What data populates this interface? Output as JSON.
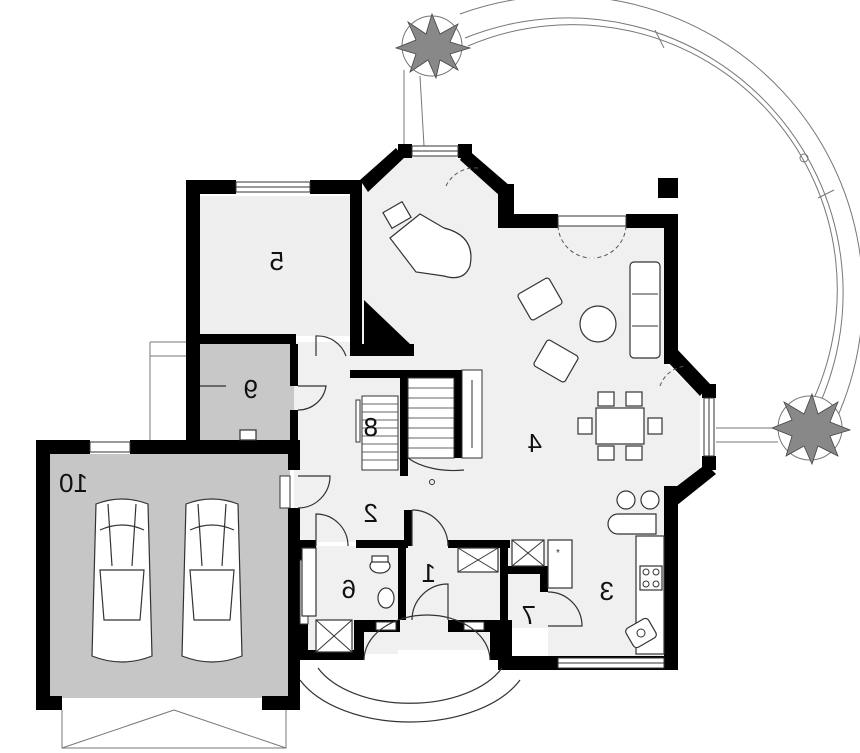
{
  "rooms": [
    {
      "id": "1",
      "label": "1"
    },
    {
      "id": "2",
      "label": "2"
    },
    {
      "id": "3",
      "label": "3"
    },
    {
      "id": "4",
      "label": "4"
    },
    {
      "id": "5",
      "label": "5"
    },
    {
      "id": "6",
      "label": "6"
    },
    {
      "id": "7",
      "label": "7"
    },
    {
      "id": "8",
      "label": "8"
    },
    {
      "id": "9",
      "label": "9"
    },
    {
      "id": "10",
      "label": "10"
    }
  ],
  "colors": {
    "wall": "#000000",
    "floor_light": "#f0f0f0",
    "floor_gray": "#c8c8c8",
    "garage": "#c6c6c6",
    "line": "#333333"
  },
  "icons": [
    "tree-icon",
    "car-icon",
    "piano-icon",
    "armchair-icon",
    "sofa-icon",
    "dining-table-icon",
    "toilet-icon",
    "sink-icon",
    "stove-icon",
    "staircase-icon"
  ]
}
